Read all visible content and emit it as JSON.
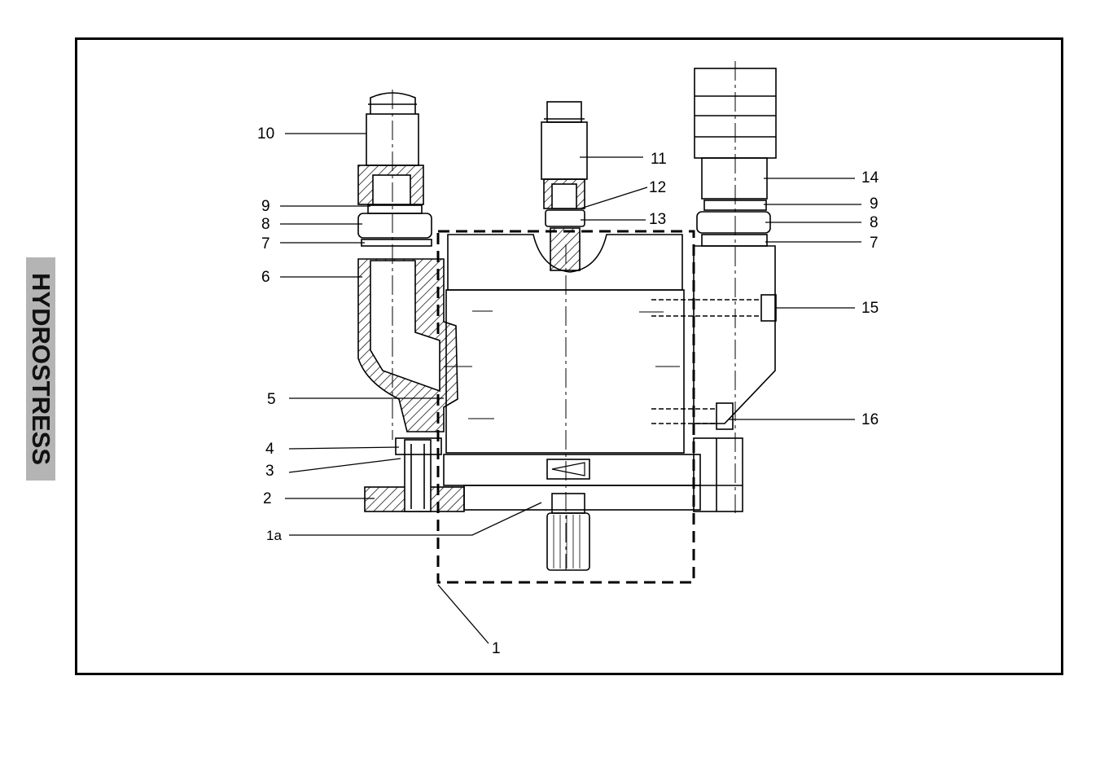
{
  "brand": {
    "text": "HYDROSTRESS"
  },
  "colors": {
    "ink": "#000000",
    "brand_strip": "#b4b4b4"
  },
  "callouts": [
    {
      "id": "10",
      "text": "10"
    },
    {
      "id": "9L",
      "text": "9"
    },
    {
      "id": "8L",
      "text": "8"
    },
    {
      "id": "7L",
      "text": "7"
    },
    {
      "id": "6",
      "text": "6"
    },
    {
      "id": "5",
      "text": "5"
    },
    {
      "id": "4",
      "text": "4"
    },
    {
      "id": "3",
      "text": "3"
    },
    {
      "id": "2",
      "text": "2"
    },
    {
      "id": "1a",
      "text": "1a"
    },
    {
      "id": "1",
      "text": "1"
    },
    {
      "id": "11",
      "text": "11"
    },
    {
      "id": "12",
      "text": "12"
    },
    {
      "id": "13",
      "text": "13"
    },
    {
      "id": "14",
      "text": "14"
    },
    {
      "id": "9R",
      "text": "9"
    },
    {
      "id": "8R",
      "text": "8"
    },
    {
      "id": "7R",
      "text": "7"
    },
    {
      "id": "15",
      "text": "15"
    },
    {
      "id": "16",
      "text": "16"
    }
  ]
}
